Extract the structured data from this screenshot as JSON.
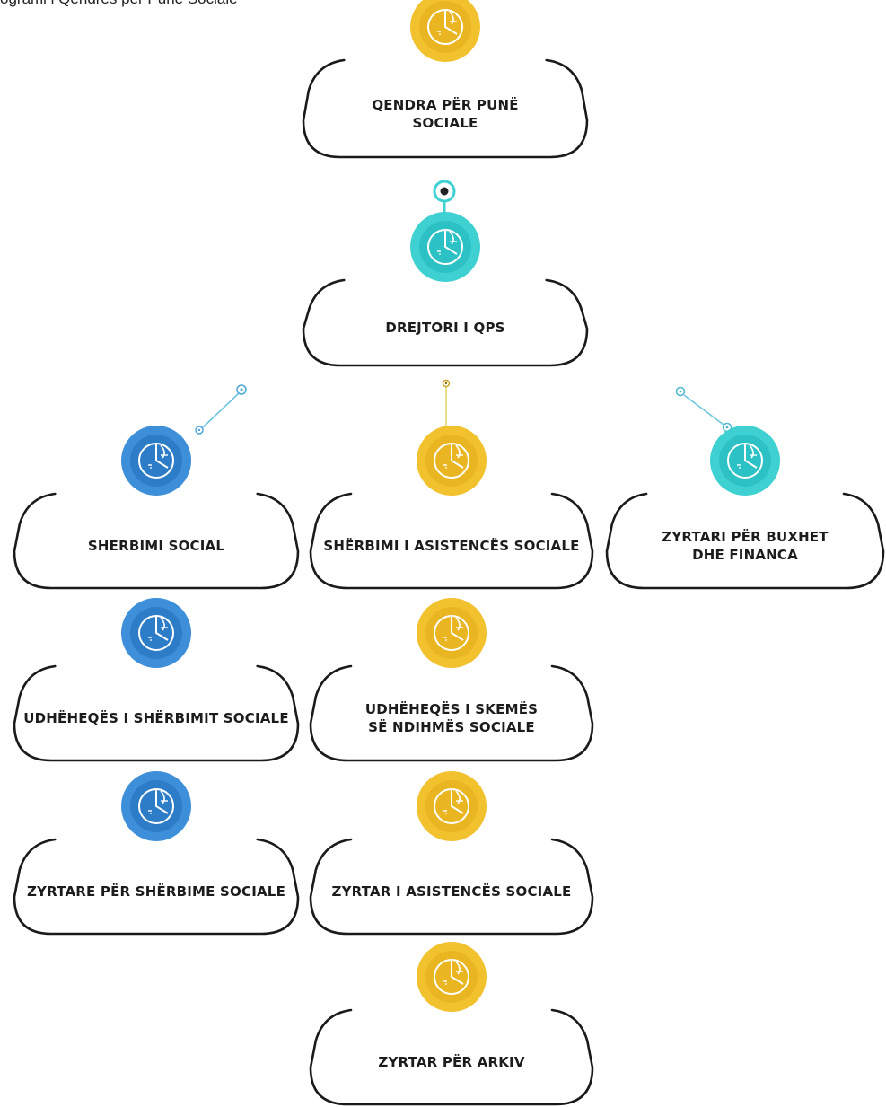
{
  "page_title": "ogrami i Qendrës për Punë Sociale",
  "colors": {
    "yellow": "#F2C12E",
    "yellow_inner": "#E9B521",
    "cyan": "#3FD1D2",
    "cyan_inner": "#2CC1C4",
    "blue": "#3C8FD8",
    "blue_inner": "#2D7CC8",
    "frame": "#1a1a1a",
    "text": "#1c1c1c"
  },
  "nodes": [
    {
      "id": "qps",
      "label": "QENDRA PËR PUNË SOCIALE",
      "icon": "chart-pie-icon",
      "color": "yellow"
    },
    {
      "id": "drejtori",
      "label": "DREJTORI I QPS",
      "icon": "chart-pie-icon",
      "color": "cyan"
    },
    {
      "id": "sherbimi-social",
      "label": "SHERBIMI SOCIAL",
      "icon": "chart-pie-icon",
      "color": "blue"
    },
    {
      "id": "asistences",
      "label": "SHËRBIMI I ASISTENCËS SOCIALE",
      "icon": "chart-pie-icon",
      "color": "yellow"
    },
    {
      "id": "buxhet",
      "label": "ZYRTARI PËR BUXHET DHE FINANCA",
      "icon": "chart-pie-icon",
      "color": "cyan"
    },
    {
      "id": "udheheqes-sherbimit",
      "label": "UDHËHEQËS I SHËRBIMIT SOCIALE",
      "icon": "chart-pie-icon",
      "color": "blue"
    },
    {
      "id": "udheheqes-skemes",
      "label": "UDHËHEQËS I SKEMËS SË NDIHMËS SOCIALE",
      "icon": "chart-pie-icon",
      "color": "yellow"
    },
    {
      "id": "zyrtare-sherbime",
      "label": "ZYRTARE PËR SHËRBIME SOCIALE",
      "icon": "chart-pie-icon",
      "color": "blue"
    },
    {
      "id": "zyrtar-asistences",
      "label": "ZYRTAR I ASISTENCËS SOCIALE",
      "icon": "chart-pie-icon",
      "color": "yellow"
    },
    {
      "id": "zyrtar-arkiv",
      "label": "ZYRTAR PËR ARKIV",
      "icon": "chart-pie-icon",
      "color": "yellow"
    }
  ],
  "connectors": [
    {
      "from": "qps",
      "to": "drejtori",
      "color": "cyan"
    },
    {
      "from": "drejtori",
      "to": "sherbimi-social",
      "color": "cyan"
    },
    {
      "from": "drejtori",
      "to": "asistences",
      "color": "yellow"
    },
    {
      "from": "drejtori",
      "to": "buxhet",
      "color": "cyan"
    }
  ]
}
